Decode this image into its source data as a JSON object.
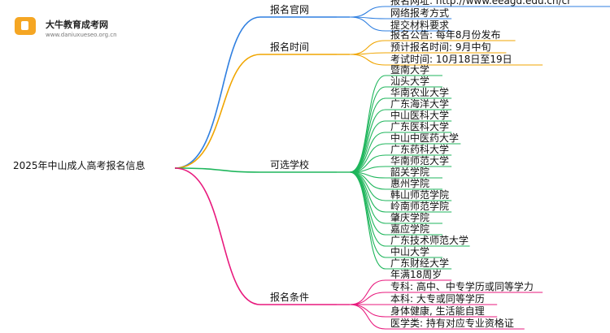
{
  "logo": {
    "name": "大牛教育成考网",
    "url": "www.daniuxueseo.org.cn",
    "icon": "book-icon"
  },
  "root": {
    "label": "2025年中山成人高考报名信息"
  },
  "branches": [
    {
      "label": "报名官网",
      "color": "#2f7fe0",
      "items": [
        "报名网址: http://www.eeagd.edu.cn/cr",
        "网络报考方式",
        "提交材料要求"
      ]
    },
    {
      "label": "报名时间",
      "color": "#f0a500",
      "items": [
        "报名公告: 每年8月份发布",
        "预计报名时间: 9月中旬",
        "考试时间: 10月18日至19日"
      ]
    },
    {
      "label": "可选学校",
      "color": "#1fb65c",
      "items": [
        "暨南大学",
        "汕头大学",
        "华南农业大学",
        "广东海洋大学",
        "中山医科大学",
        "广东医科大学",
        "中山中医药大学",
        "广东药科大学",
        "华南师范大学",
        "韶关学院",
        "惠州学院",
        "韩山师范学院",
        "岭南师范学院",
        "肇庆学院",
        "嘉应学院",
        "广东技术师范大学",
        "中山大学",
        "广东财经大学"
      ]
    },
    {
      "label": "报名条件",
      "color": "#e8197d",
      "items": [
        "年满18周岁",
        "专科: 高中、中专学历或同等学力",
        "本科: 大专或同等学历",
        "身体健康, 生活能自理",
        "医学类: 持有对应专业资格证"
      ]
    }
  ]
}
